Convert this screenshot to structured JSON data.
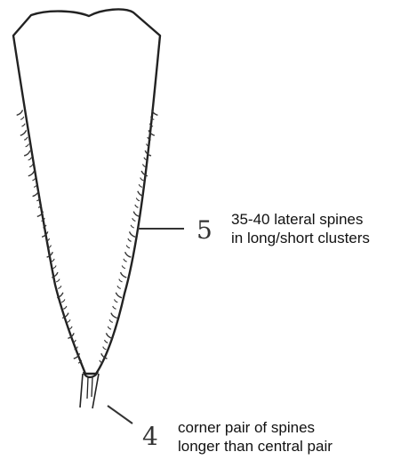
{
  "labels": [
    {
      "number": "5",
      "lines": [
        "35-40 lateral spines",
        "in long/short clusters"
      ]
    },
    {
      "number": "4",
      "lines": [
        "corner pair of spines",
        "longer than central pair"
      ]
    }
  ],
  "colors": {
    "outline": "#222222",
    "spines": "#333333",
    "leader": "#333333",
    "text": "#111111"
  }
}
